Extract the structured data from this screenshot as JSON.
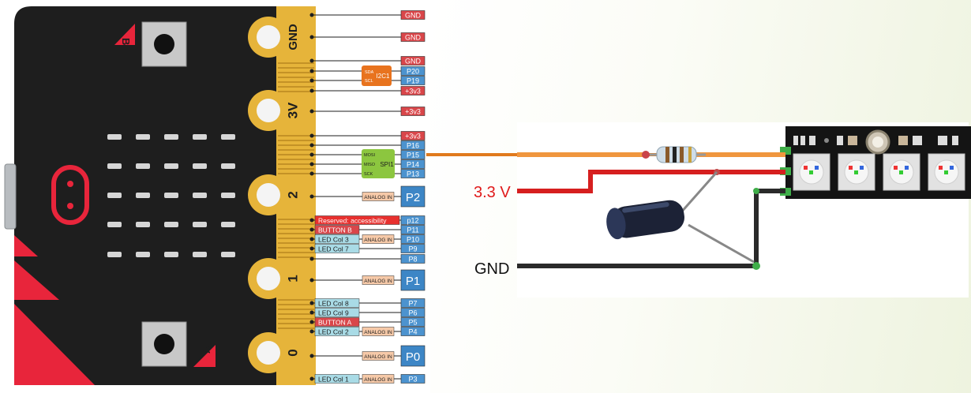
{
  "board": {
    "buttons": {
      "a": "A",
      "b": "B"
    },
    "large_pins": [
      "GND",
      "3V",
      "2",
      "1",
      "0"
    ]
  },
  "pins": [
    {
      "label": "GND",
      "type": "power"
    },
    {
      "label": "GND",
      "type": "power"
    },
    {
      "label": "GND",
      "type": "power"
    },
    {
      "label": "P20",
      "type": "gpio",
      "func": "SDA"
    },
    {
      "label": "P19",
      "type": "gpio",
      "func": "SCL"
    },
    {
      "label": "+3v3",
      "type": "power"
    },
    {
      "label": "+3v3",
      "type": "power"
    },
    {
      "label": "+3v3",
      "type": "power"
    },
    {
      "label": "P16",
      "type": "gpio"
    },
    {
      "label": "P15",
      "type": "gpio",
      "func": "MOSI"
    },
    {
      "label": "P14",
      "type": "gpio",
      "func": "MISO"
    },
    {
      "label": "P13",
      "type": "gpio",
      "func": "SCK"
    },
    {
      "label": "P2",
      "type": "big",
      "note": "ANALOG IN"
    },
    {
      "label": "p12",
      "type": "gpio",
      "note": "Reserved: accessibility"
    },
    {
      "label": "P11",
      "type": "gpio",
      "note": "BUTTON B"
    },
    {
      "label": "P10",
      "type": "gpio",
      "note": "LED Col 3",
      "analog": "ANALOG IN"
    },
    {
      "label": "P9",
      "type": "gpio",
      "note": "LED Col 7"
    },
    {
      "label": "P8",
      "type": "gpio"
    },
    {
      "label": "P1",
      "type": "big",
      "note": "ANALOG IN"
    },
    {
      "label": "P7",
      "type": "gpio",
      "note": "LED Col 8"
    },
    {
      "label": "P6",
      "type": "gpio",
      "note": "LED Col 9"
    },
    {
      "label": "P5",
      "type": "gpio",
      "note": "BUTTON A"
    },
    {
      "label": "P4",
      "type": "gpio",
      "note": "LED Col 2",
      "analog": "ANALOG IN"
    },
    {
      "label": "P0",
      "type": "big",
      "note": "ANALOG IN"
    },
    {
      "label": "P3",
      "type": "gpio",
      "note": "LED Col 1",
      "analog": "ANALOG IN"
    }
  ],
  "buses": {
    "i2c": {
      "label": "I2C1",
      "lines": [
        "SDA",
        "SCL"
      ]
    },
    "spi": {
      "label": "SPI1",
      "lines": [
        "MOSI",
        "MISO",
        "SCK"
      ]
    }
  },
  "circuit": {
    "supply_label": "3.3 V",
    "ground_label": "GND"
  },
  "colors": {
    "board": "#1e1e1e",
    "edge": "#e6b43a",
    "gnd": "#d9464a",
    "power": "#d9464a",
    "gpio": "#4c93cf",
    "big_pin": "#3d86c6",
    "i2c": "#e8731e",
    "spi": "#8cc63f",
    "analog": "#f6c9a8",
    "led_col": "#a9dbe6",
    "reserved": "#e8302e",
    "button": "#d9464a",
    "wire_signal": "#e07a1d",
    "wire_power": "#d61f1f",
    "wire_gnd": "#2a2a2a",
    "supply_text": "#e01b1b"
  }
}
